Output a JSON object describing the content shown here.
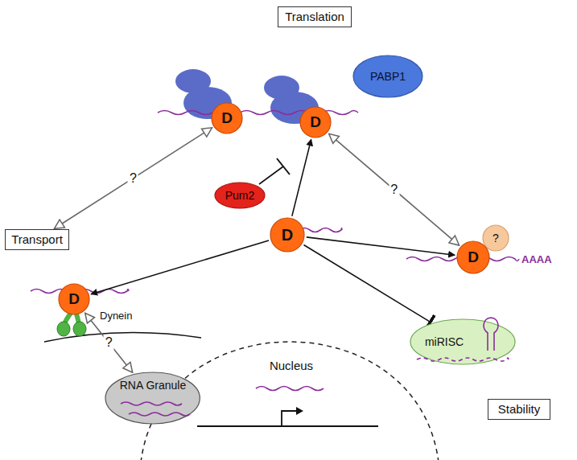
{
  "diagram": {
    "nodes": [
      {
        "text": [
          "Translation"
        ]
      },
      {
        "text": [
          "D"
        ]
      },
      {
        "text": [
          "D"
        ]
      },
      {
        "text": [
          "PABP1"
        ]
      },
      {
        "text": [
          "Transport"
        ]
      },
      {
        "text": [
          "Pum2"
        ]
      },
      {
        "text": [
          "D"
        ]
      },
      {
        "text": [
          "D"
        ]
      },
      {
        "text": [
          "D"
        ]
      },
      {
        "text": [
          "?"
        ]
      },
      {
        "text": [
          "Stability"
        ]
      },
      {
        "text": [
          "miRISC"
        ]
      },
      {
        "text": [
          "RNA Granule"
        ]
      },
      {
        "text": [
          "Nucleus"
        ]
      }
    ],
    "edges": [
      {
        "from": 6,
        "to": 2,
        "arrow": "to"
      },
      {
        "from": 6,
        "to": 7,
        "arrow": "to"
      },
      {
        "from": 6,
        "to": 8,
        "arrow": "to"
      },
      {
        "from": 6,
        "to": 11,
        "arrow": "to"
      },
      {
        "from": 1,
        "to": 4,
        "arrow": "both",
        "label": "?"
      },
      {
        "from": 2,
        "to": 8,
        "arrow": "both",
        "label": "?"
      },
      {
        "from": 7,
        "to": 12,
        "arrow": "both",
        "label": "?"
      }
    ],
    "labels": [
      "Dynein",
      "AAAA"
    ]
  }
}
